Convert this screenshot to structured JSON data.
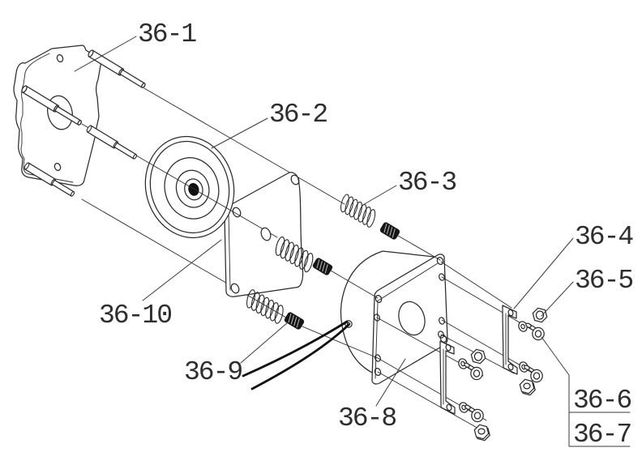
{
  "figure": {
    "kind": "exploded-assembly-technical-drawing",
    "labels": [
      {
        "text": "36-1"
      },
      {
        "text": "36-2"
      },
      {
        "text": "36-3"
      },
      {
        "text": "36-4"
      },
      {
        "text": "36-5"
      },
      {
        "text": "36-6"
      },
      {
        "text": "36-7"
      },
      {
        "text": "36-8"
      },
      {
        "text": "36-9"
      },
      {
        "text": "36-10"
      }
    ],
    "colors": {
      "background": "#ffffff",
      "line": "#2b2b2b",
      "leader": "#3a3a3a",
      "plug_fill": "#161616",
      "cable": "#101010",
      "label_text": "#2e2e2e"
    }
  }
}
